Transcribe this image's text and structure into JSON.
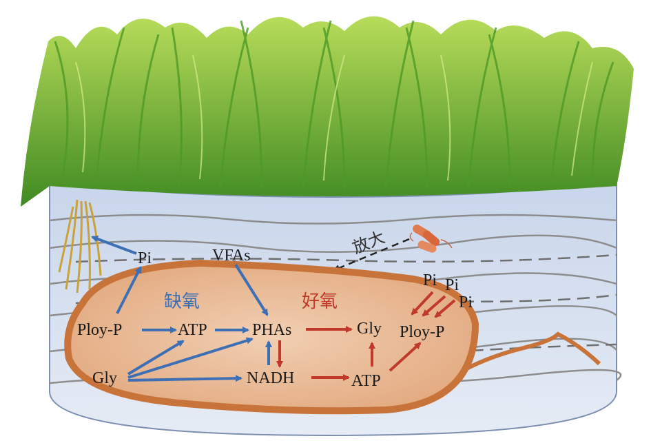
{
  "labels": {
    "anaerobic": "缺氧",
    "aerobic": "好氧",
    "zoom": "放大",
    "pi_left": "Pi",
    "vfas": "VFAs",
    "ploy_p_left": "Ploy-P",
    "atp_left": "ATP",
    "phas": "PHAs",
    "gly_mid": "Gly",
    "ploy_p_right": "Ploy-P",
    "pi_r1": "Pi",
    "pi_r2": "Pi",
    "pi_r3": "Pi",
    "gly_left": "Gly",
    "nadh": "NADH",
    "atp_right": "ATP"
  },
  "colors": {
    "anaerobic_arrow": "#3d6fb5",
    "aerobic_arrow": "#c0392b",
    "bacterium_body": "#e8b792",
    "bacterium_edge": "#c8733a",
    "container": "#c9d6ea",
    "grass": "#6aa832"
  },
  "icons": [
    "grass-icon",
    "root-icon",
    "bacteria-cluster-icon"
  ]
}
